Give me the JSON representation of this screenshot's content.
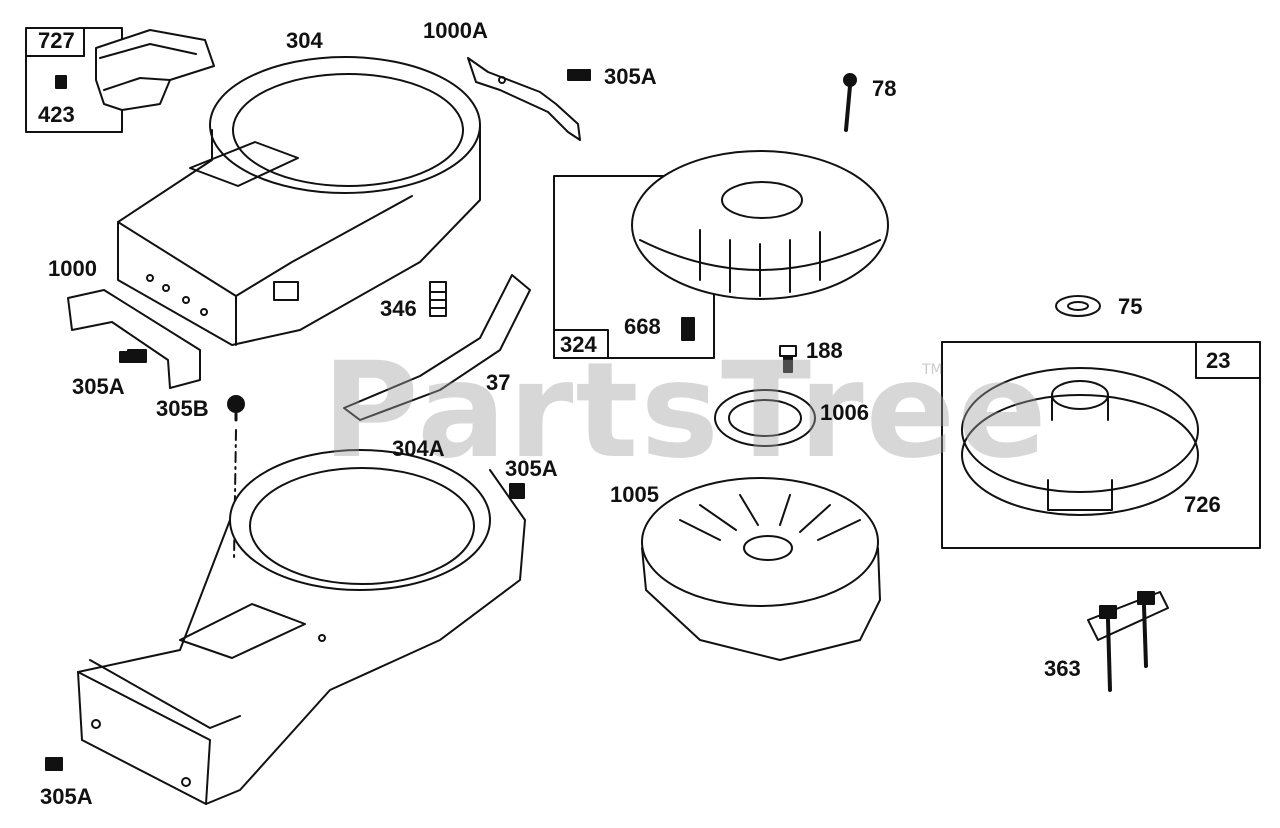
{
  "watermark": {
    "text": "PartsTree",
    "mark": "TM",
    "color": "#a0a0a0"
  },
  "line_color": "#111111",
  "callouts": {
    "p727": "727",
    "p423": "423",
    "p304": "304",
    "p1000a": "1000A",
    "p305a_top": "305A",
    "p78": "78",
    "p1000": "1000",
    "p346": "346",
    "p324": "324",
    "p668": "668",
    "p75": "75",
    "p23": "23",
    "p305a_left": "305A",
    "p188": "188",
    "p305b": "305B",
    "p37": "37",
    "p1006": "1006",
    "p304a": "304A",
    "p305a_mid": "305A",
    "p1005": "1005",
    "p726": "726",
    "p363": "363",
    "p305a_bottom": "305A"
  }
}
